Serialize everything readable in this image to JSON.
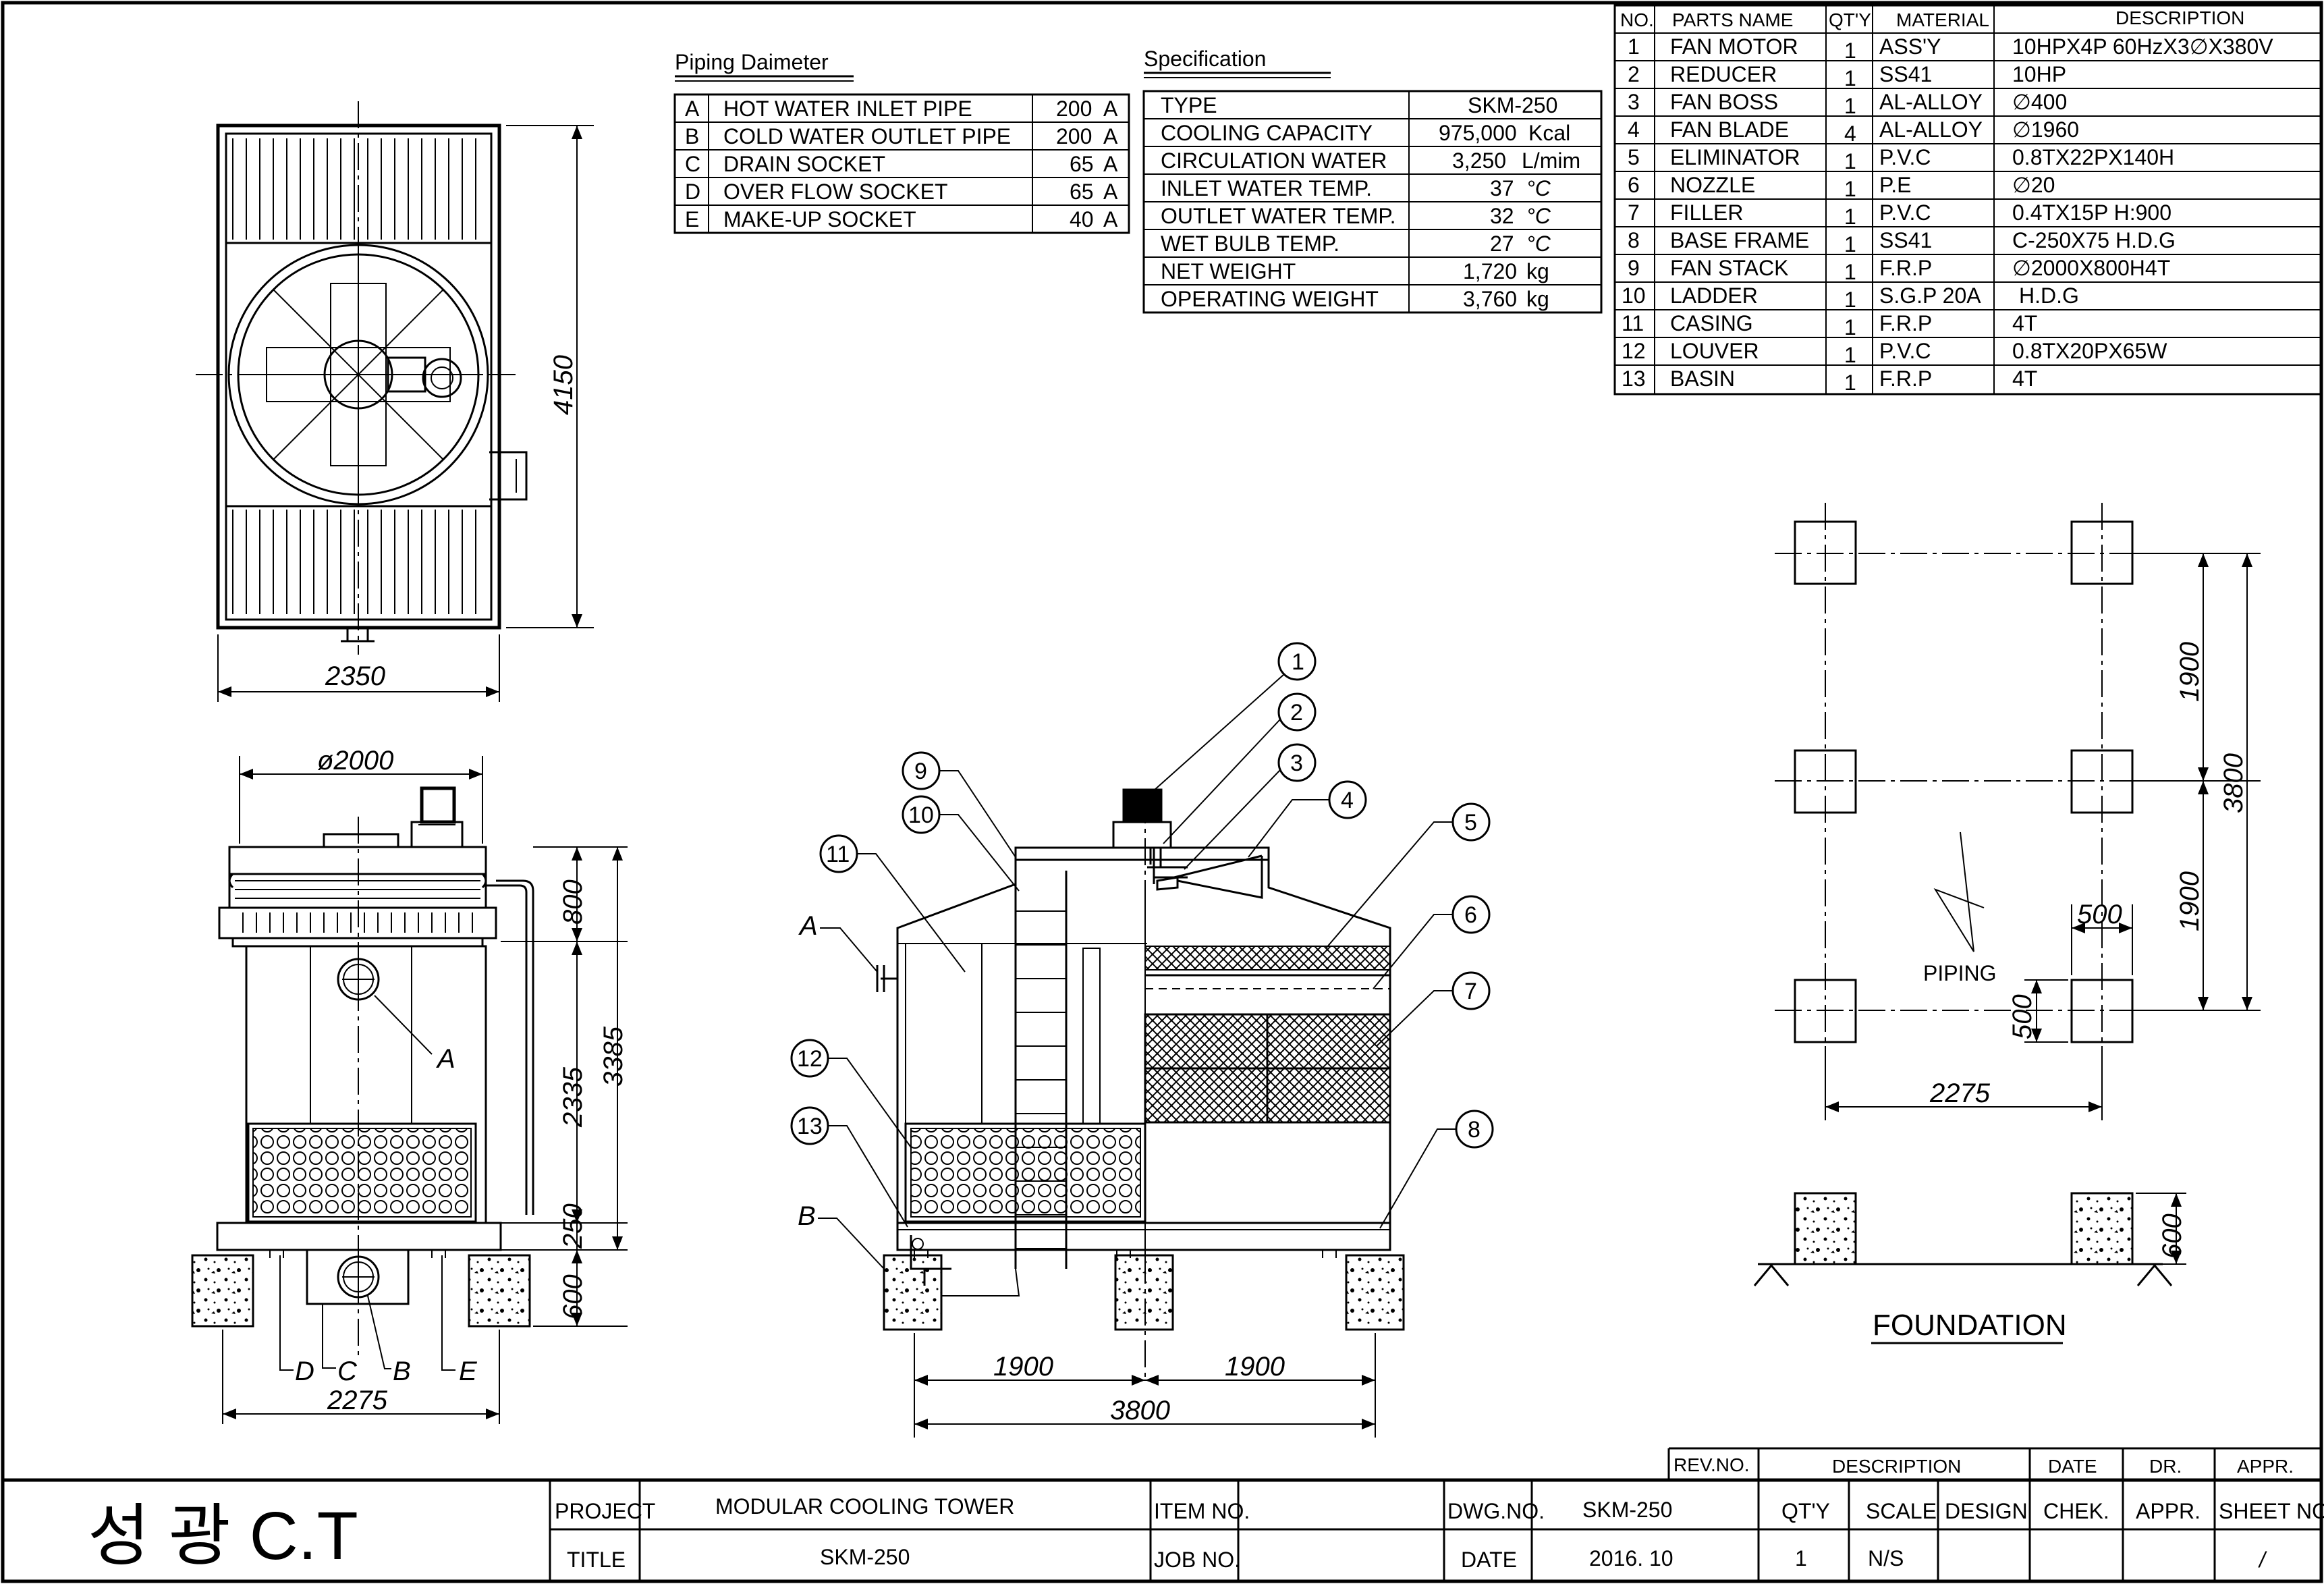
{
  "piping": {
    "title": "Piping Daimeter",
    "rows": [
      {
        "code": "A",
        "name": "HOT WATER INLET PIPE",
        "size": "200",
        "unit": "A"
      },
      {
        "code": "B",
        "name": "COLD WATER OUTLET PIPE",
        "size": "200",
        "unit": "A"
      },
      {
        "code": "C",
        "name": "DRAIN SOCKET",
        "size": "65",
        "unit": "A"
      },
      {
        "code": "D",
        "name": "OVER FLOW SOCKET",
        "size": "65",
        "unit": "A"
      },
      {
        "code": "E",
        "name": "MAKE-UP SOCKET",
        "size": "40",
        "unit": "A"
      }
    ]
  },
  "spec": {
    "title": "Specification",
    "type_label": "TYPE",
    "type_value": "SKM-250",
    "rows": [
      {
        "name": "COOLING CAPACITY",
        "value": "975,000",
        "unit": "Kcal"
      },
      {
        "name": "CIRCULATION WATER",
        "value": "3,250",
        "unit": "L/mim"
      },
      {
        "name": "INLET WATER TEMP.",
        "value": "37",
        "unit": "°C"
      },
      {
        "name": "OUTLET WATER TEMP.",
        "value": "32",
        "unit": "°C"
      },
      {
        "name": "WET BULB TEMP.",
        "value": "27",
        "unit": "°C"
      },
      {
        "name": "NET WEIGHT",
        "value": "1,720",
        "unit": "kg"
      },
      {
        "name": "OPERATING WEIGHT",
        "value": "3,760",
        "unit": "kg"
      }
    ]
  },
  "parts": {
    "headers": [
      "NO.",
      "PARTS NAME",
      "QT'Y",
      "MATERIAL",
      "DESCRIPTION"
    ],
    "rows": [
      {
        "no": "1",
        "name": "FAN MOTOR",
        "qty": "1",
        "material": "ASS'Y",
        "desc": "10HPX4P  60HzX3∅X380V"
      },
      {
        "no": "2",
        "name": "REDUCER",
        "qty": "1",
        "material": "SS41",
        "desc": "10HP"
      },
      {
        "no": "3",
        "name": "FAN BOSS",
        "qty": "1",
        "material": "AL-ALLOY",
        "desc": "∅400"
      },
      {
        "no": "4",
        "name": "FAN BLADE",
        "qty": "4",
        "material": "AL-ALLOY",
        "desc": "∅1960"
      },
      {
        "no": "5",
        "name": "ELIMINATOR",
        "qty": "1",
        "material": "P.V.C",
        "desc": "0.8TX22PX140H"
      },
      {
        "no": "6",
        "name": "NOZZLE",
        "qty": "1",
        "material": "P.E",
        "desc": "∅20"
      },
      {
        "no": "7",
        "name": "FILLER",
        "qty": "1",
        "material": "P.V.C",
        "desc": "0.4TX15P  H:900"
      },
      {
        "no": "8",
        "name": "BASE FRAME",
        "qty": "1",
        "material": "SS41",
        "desc": "C-250X75   H.D.G"
      },
      {
        "no": "9",
        "name": "FAN STACK",
        "qty": "1",
        "material": "F.R.P",
        "desc": "∅2000X800H4T"
      },
      {
        "no": "10",
        "name": "LADDER",
        "qty": "1",
        "material": "S.G.P 20A",
        "desc": "H.D.G"
      },
      {
        "no": "11",
        "name": "CASING",
        "qty": "1",
        "material": "F.R.P",
        "desc": "4T"
      },
      {
        "no": "12",
        "name": "LOUVER",
        "qty": "1",
        "material": "P.V.C",
        "desc": "0.8TX20PX65W"
      },
      {
        "no": "13",
        "name": "BASIN",
        "qty": "1",
        "material": "F.R.P",
        "desc": "4T"
      }
    ]
  },
  "plan_view": {
    "dim_width": "2350",
    "dim_height": "4150"
  },
  "side_view": {
    "dim_fan": "ø2000",
    "dim_800": "800",
    "dim_2335": "2335",
    "dim_3385": "3385",
    "dim_250": "250",
    "dim_600": "600",
    "dim_2275": "2275",
    "labels": {
      "a": "A",
      "b": "B",
      "c": "C",
      "d": "D",
      "e": "E"
    }
  },
  "section_view": {
    "dim_left": "1900",
    "dim_right": "1900",
    "dim_total": "3800",
    "label_a": "A",
    "label_b": "B",
    "callouts": [
      "1",
      "2",
      "3",
      "4",
      "5",
      "6",
      "7",
      "8",
      "9",
      "10",
      "11",
      "12",
      "13"
    ]
  },
  "foundation": {
    "title": "FOUNDATION",
    "piping_label": "PIPING",
    "dim_1900_top": "1900",
    "dim_1900_bottom": "1900",
    "dim_3800": "3800",
    "dim_500_h": "500",
    "dim_500_v": "500",
    "dim_2275": "2275",
    "dim_600": "600"
  },
  "title_block": {
    "company": "성  광  C.T",
    "project_label": "PROJECT",
    "project_value": "MODULAR COOLING TOWER",
    "title_label": "TITLE",
    "title_value": "SKM-250",
    "item_no_label": "ITEM NO.",
    "job_no_label": "JOB NO.",
    "dwg_no_label": "DWG.NO.",
    "dwg_no_value": "SKM-250",
    "date_label": "DATE",
    "date_value": "2016. 10",
    "rev_no_label": "REV.NO.",
    "rev_desc_label": "DESCRIPTION",
    "rev_date_label": "DATE",
    "rev_dr_label": "DR.",
    "rev_appr_label": "APPR.",
    "qty_label": "QT'Y",
    "scale_label": "SCALE",
    "design_label": "DESIGN",
    "chek_label": "CHEK.",
    "appr_label": "APPR.",
    "sheet_label": "SHEET NO.",
    "qty_value": "1",
    "scale_value": "N/S",
    "sheet_value": "/"
  }
}
